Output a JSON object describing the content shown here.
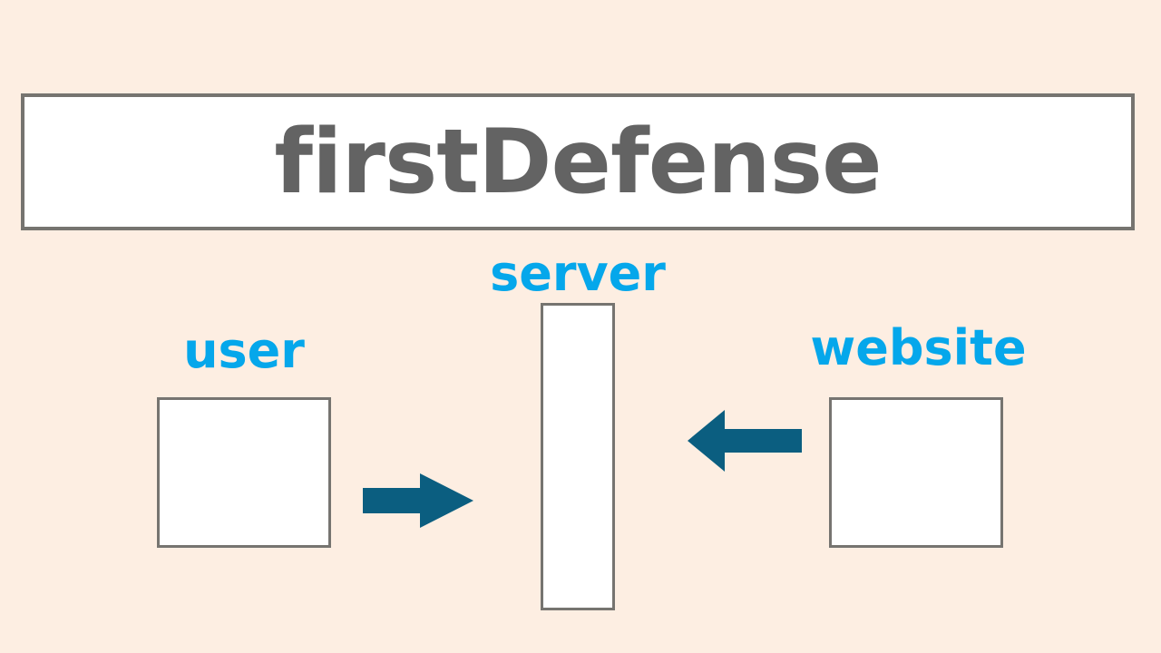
{
  "diagram": {
    "title": "firstDefense",
    "background_color": "#FDEEE2",
    "box_border_color": "#767470",
    "box_fill_color": "#FFFFFF",
    "title_text_color": "#636363",
    "label_color": "#05A7EB",
    "arrow_color": "#0B5E80",
    "nodes": [
      {
        "id": "user",
        "label": "user",
        "shape": "rectangle"
      },
      {
        "id": "server",
        "label": "server",
        "shape": "tall-rectangle"
      },
      {
        "id": "website",
        "label": "website",
        "shape": "rectangle"
      }
    ],
    "arrows": [
      {
        "id": "user-to-server",
        "from": "user",
        "to": "server",
        "direction": "right"
      },
      {
        "id": "website-to-server",
        "from": "website",
        "to": "server",
        "direction": "left"
      }
    ]
  }
}
